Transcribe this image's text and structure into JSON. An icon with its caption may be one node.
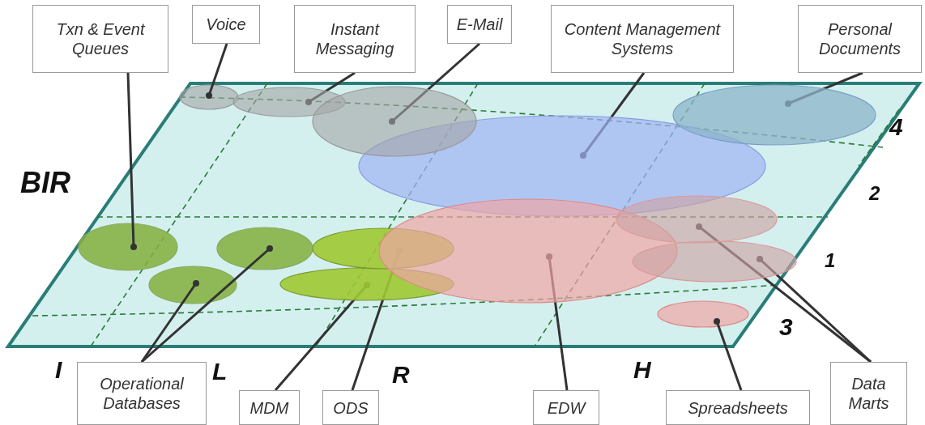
{
  "diagram": {
    "nodes": [
      {
        "text": [
          "Txn & Event Queues"
        ]
      },
      {
        "text": [
          "Voice"
        ]
      },
      {
        "text": [
          "Instant Messaging"
        ]
      },
      {
        "text": [
          "E-Mail"
        ]
      },
      {
        "text": [
          "Content Management Systems"
        ]
      },
      {
        "text": [
          "Personal Documents"
        ]
      },
      {
        "text": [],
        "shape": "ellipse"
      },
      {
        "text": [],
        "shape": "ellipse"
      },
      {
        "text": [],
        "shape": "ellipse"
      },
      {
        "text": [],
        "shape": "ellipse"
      },
      {
        "text": [],
        "shape": "ellipse"
      },
      {
        "text": [],
        "shape": "ellipse"
      },
      {
        "text": [],
        "shape": "ellipse"
      },
      {
        "text": [],
        "shape": "ellipse"
      },
      {
        "text": [],
        "shape": "ellipse"
      },
      {
        "text": [],
        "shape": "ellipse"
      },
      {
        "text": [],
        "shape": "ellipse"
      },
      {
        "text": [],
        "shape": "ellipse"
      },
      {
        "text": [],
        "shape": "ellipse"
      },
      {
        "text": [],
        "shape": "ellipse"
      },
      {
        "text": [
          "Operational Databases"
        ]
      },
      {
        "text": [
          "MDM"
        ]
      },
      {
        "text": [
          "ODS"
        ]
      },
      {
        "text": [
          "EDW"
        ]
      },
      {
        "text": [
          "Spreadsheets"
        ]
      },
      {
        "text": [
          "Data Marts"
        ]
      }
    ],
    "edges": [
      {
        "from": 0,
        "to": 11,
        "arrow": "other"
      },
      {
        "from": 1,
        "to": 6,
        "arrow": "other"
      },
      {
        "from": 2,
        "to": 7,
        "arrow": "other"
      },
      {
        "from": 3,
        "to": 8,
        "arrow": "other"
      },
      {
        "from": 4,
        "to": 10,
        "arrow": "other"
      },
      {
        "from": 5,
        "to": 9,
        "arrow": "other"
      },
      {
        "from": 20,
        "to": 17,
        "arrow": "other"
      },
      {
        "from": 20,
        "to": 13,
        "arrow": "other"
      },
      {
        "from": 21,
        "to": 18,
        "arrow": "other"
      },
      {
        "from": 22,
        "to": 14,
        "arrow": "other"
      },
      {
        "from": 23,
        "to": 15,
        "arrow": "other"
      },
      {
        "from": 24,
        "to": 19,
        "arrow": "other"
      },
      {
        "from": 25,
        "to": 12,
        "arrow": "other"
      },
      {
        "from": 25,
        "to": 16,
        "arrow": "other"
      }
    ],
    "labels": [
      "BIR",
      "4",
      "2",
      "1",
      "3",
      "I",
      "L",
      "R",
      "H"
    ]
  }
}
